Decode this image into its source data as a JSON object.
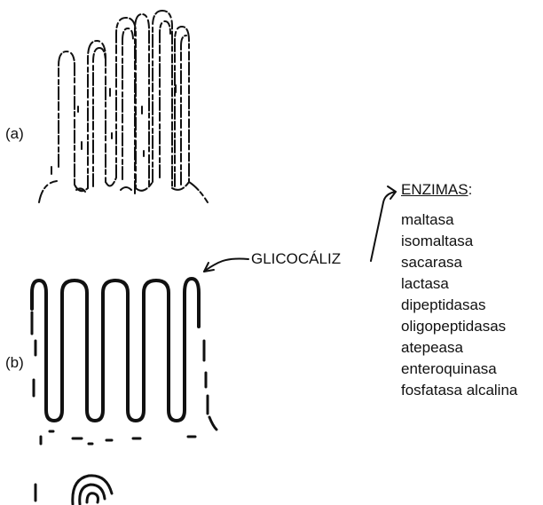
{
  "labels": {
    "panel_a": "(a)",
    "panel_b": "(b)",
    "glycocalyx": "GLICOCÁLIZ"
  },
  "enzymes": {
    "title": "ENZIMAS",
    "title_suffix": ":",
    "items": [
      "maltasa",
      "isomaltasa",
      "sacarasa",
      "lactasa",
      "dipeptidasas",
      "oligopeptidasas",
      "atepeasa",
      "enteroquinasa",
      "fosfatasa alcalina"
    ]
  }
}
